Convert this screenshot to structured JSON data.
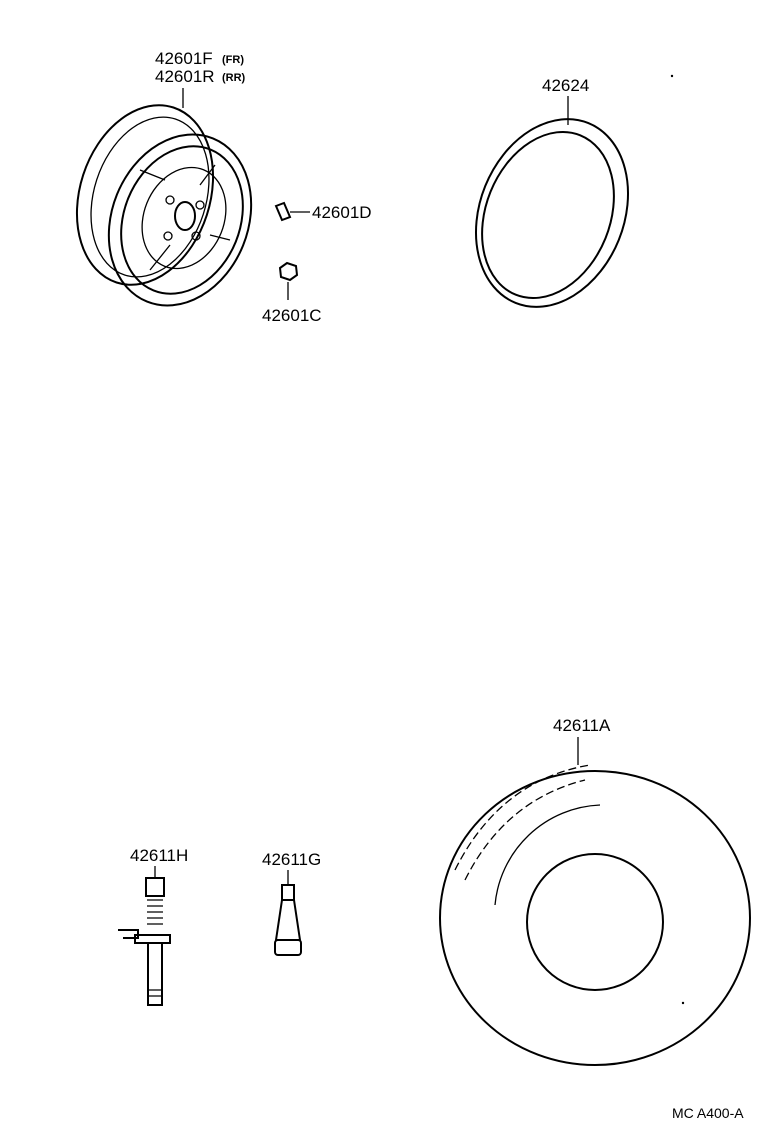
{
  "parts": {
    "wheel_front": {
      "number": "42601F",
      "note": "(FR)"
    },
    "wheel_rear": {
      "number": "42601R",
      "note": "(RR)"
    },
    "balance_weight": {
      "number": "42601D"
    },
    "hub_nut": {
      "number": "42601C"
    },
    "rim_flap": {
      "number": "42624"
    },
    "tire": {
      "number": "42611A"
    },
    "valve_h": {
      "number": "42611H"
    },
    "valve_g": {
      "number": "42611G"
    }
  },
  "footer": {
    "code": "MC  A400-A"
  }
}
